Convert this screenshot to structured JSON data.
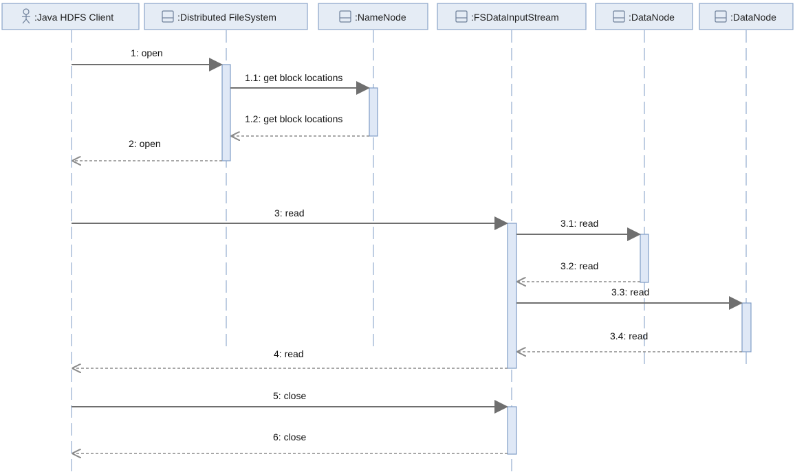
{
  "lifelines": [
    {
      "id": "client",
      "label": ":Java HDFS Client",
      "icon": "actor-icon"
    },
    {
      "id": "dfs",
      "label": ":Distributed FileSystem",
      "icon": "node-icon"
    },
    {
      "id": "namenode",
      "label": ":NameNode",
      "icon": "node-icon"
    },
    {
      "id": "fsdis",
      "label": ":FSDataInputStream",
      "icon": "node-icon"
    },
    {
      "id": "datanode1",
      "label": ":DataNode",
      "icon": "node-icon"
    },
    {
      "id": "datanode2",
      "label": ":DataNode",
      "icon": "node-icon"
    }
  ],
  "messages": [
    {
      "id": "m1",
      "label": "1: open",
      "from": "client",
      "to": "dfs",
      "kind": "call"
    },
    {
      "id": "m1_1",
      "label": "1.1: get block locations",
      "from": "dfs",
      "to": "namenode",
      "kind": "call"
    },
    {
      "id": "m1_2",
      "label": "1.2: get block locations",
      "from": "namenode",
      "to": "dfs",
      "kind": "reply"
    },
    {
      "id": "m2",
      "label": "2: open",
      "from": "dfs",
      "to": "client",
      "kind": "reply"
    },
    {
      "id": "m3",
      "label": "3: read",
      "from": "client",
      "to": "fsdis",
      "kind": "call"
    },
    {
      "id": "m3_1",
      "label": "3.1: read",
      "from": "fsdis",
      "to": "datanode1",
      "kind": "call"
    },
    {
      "id": "m3_2",
      "label": "3.2: read",
      "from": "datanode1",
      "to": "fsdis",
      "kind": "reply"
    },
    {
      "id": "m3_3",
      "label": "3.3: read",
      "from": "fsdis",
      "to": "datanode2",
      "kind": "call"
    },
    {
      "id": "m3_4",
      "label": "3.4: read",
      "from": "datanode2",
      "to": "fsdis",
      "kind": "reply"
    },
    {
      "id": "m4",
      "label": "4: read",
      "from": "fsdis",
      "to": "client",
      "kind": "reply"
    },
    {
      "id": "m5",
      "label": "5: close",
      "from": "client",
      "to": "fsdis",
      "kind": "call"
    },
    {
      "id": "m6",
      "label": "6: close",
      "from": "fsdis",
      "to": "client",
      "kind": "reply"
    }
  ],
  "colors": {
    "lifeline_fill": "#e5ecf5",
    "lifeline_border": "#8aa4c8",
    "activation_fill": "#dfe8f6",
    "arrow_solid": "#6f6f6f",
    "arrow_reply": "#8a8a8a"
  }
}
